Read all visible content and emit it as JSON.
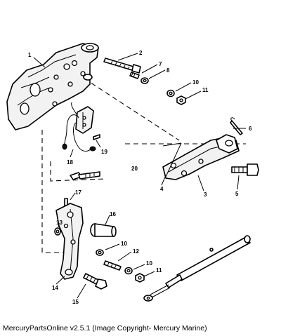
{
  "callouts": [
    "1",
    "2",
    "7",
    "8",
    "10",
    "11",
    "6",
    "19",
    "18",
    "20",
    "4",
    "3",
    "5",
    "17",
    "16",
    "13",
    "10",
    "12",
    "10",
    "11",
    "14",
    "15"
  ],
  "caption": "MercuryPartsOnline v2.5.1 (Image Copyright- Mercury Marine)"
}
